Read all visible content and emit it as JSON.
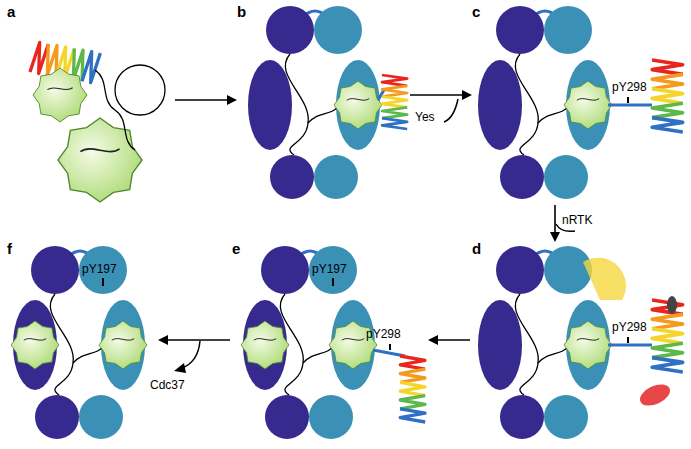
{
  "diagram": {
    "nodes": [
      {
        "text": [
          "a"
        ]
      },
      {
        "text": [
          "b"
        ]
      },
      {
        "text": [
          "c"
        ]
      },
      {
        "text": [
          "d"
        ]
      },
      {
        "text": [
          "e"
        ]
      },
      {
        "text": [
          "f"
        ]
      }
    ],
    "edges": [
      {
        "from": 0,
        "to": 1,
        "arrow": "to"
      },
      {
        "from": 1,
        "to": 2,
        "arrow": "to"
      },
      {
        "from": 2,
        "to": 3,
        "arrow": "to"
      },
      {
        "from": 3,
        "to": 4,
        "arrow": "to"
      },
      {
        "from": 4,
        "to": 5,
        "arrow": "to"
      }
    ],
    "labels": [
      "Yes",
      "pY298",
      "nRTK",
      "pY298",
      "pY197",
      "pY298",
      "pY197",
      "Cdc37"
    ]
  }
}
